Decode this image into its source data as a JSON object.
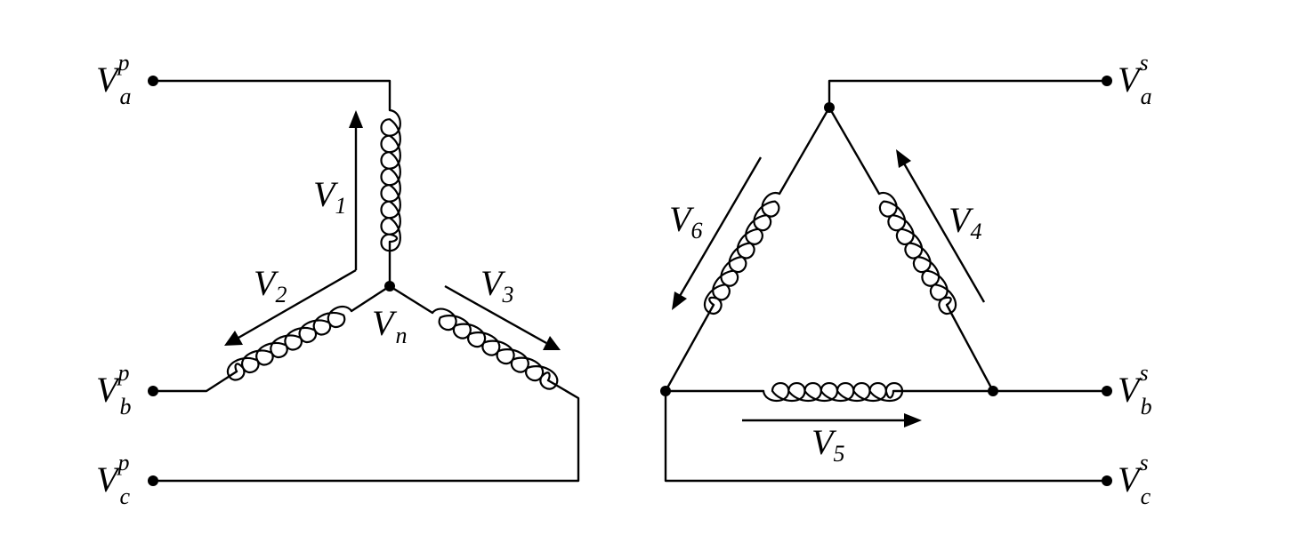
{
  "primary": {
    "terminals": [
      {
        "base": "V",
        "sup": "p",
        "sub": "a"
      },
      {
        "base": "V",
        "sup": "p",
        "sub": "b"
      },
      {
        "base": "V",
        "sup": "p",
        "sub": "c"
      }
    ],
    "neutral": {
      "base": "V",
      "sub": "n"
    },
    "voltages": [
      {
        "base": "V",
        "sub": "1"
      },
      {
        "base": "V",
        "sub": "2"
      },
      {
        "base": "V",
        "sub": "3"
      }
    ]
  },
  "secondary": {
    "terminals": [
      {
        "base": "V",
        "sup": "s",
        "sub": "a"
      },
      {
        "base": "V",
        "sup": "s",
        "sub": "b"
      },
      {
        "base": "V",
        "sup": "s",
        "sub": "c"
      }
    ],
    "voltages": [
      {
        "base": "V",
        "sub": "4"
      },
      {
        "base": "V",
        "sub": "5"
      },
      {
        "base": "V",
        "sub": "6"
      }
    ]
  }
}
